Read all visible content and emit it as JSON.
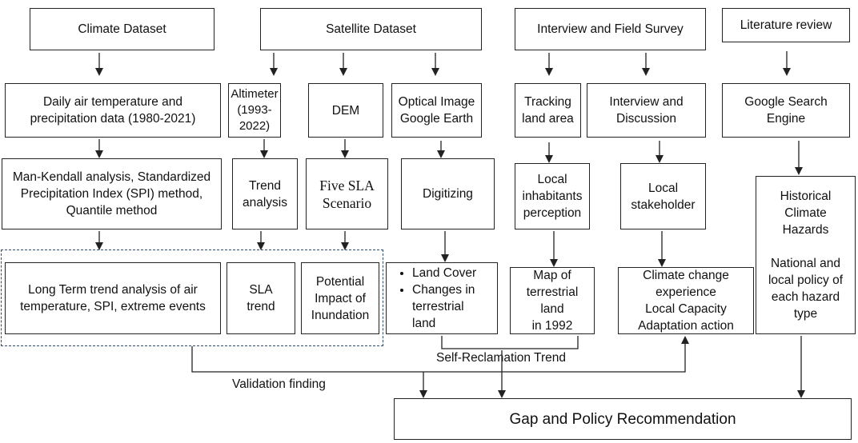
{
  "headers": {
    "climate": "Climate Dataset",
    "satellite": "Satellite Dataset",
    "interview": "Interview and Field Survey",
    "literature": "Literature review"
  },
  "row2": {
    "daily": "Daily air temperature and\nprecipitation data (1980-2021)",
    "altimeter": "Altimeter\n(1993-\n2022)",
    "dem": "DEM",
    "optical": "Optical Image\nGoogle Earth",
    "tracking": "Tracking\nland area",
    "interview_disc": "Interview and\nDiscussion",
    "google": "Google Search\nEngine"
  },
  "row3": {
    "mankendall": "Man-Kendall analysis, Standardized\nPrecipitation Index (SPI) method,\nQuantile method",
    "trend": "Trend\nanalysis",
    "five_sla": "Five SLA\nScenario",
    "digitizing": "Digitizing",
    "local_inhabitants": "Local\ninhabitants\nperception",
    "local_stakeholder": "Local\nstakeholder",
    "historical": "Historical\nClimate\nHazards\n\nNational and\nlocal policy of\neach hazard\ntype"
  },
  "row4": {
    "longterm": "Long Term trend analysis of air\ntemperature, SPI, extreme events",
    "sla_trend": "SLA\ntrend",
    "potential": "Potential\nImpact of\nInundation",
    "landcover_items": [
      "Land Cover",
      "Changes in\nterrestrial\nland"
    ],
    "map": "Map of\nterrestrial land\nin 1992",
    "climate_change": "Climate change\nexperience\nLocal Capacity\nAdaptation action"
  },
  "labels": {
    "self_reclamation": "Self-Reclamation Trend",
    "validation": "Validation finding"
  },
  "final": "Gap and Policy Recommendation"
}
